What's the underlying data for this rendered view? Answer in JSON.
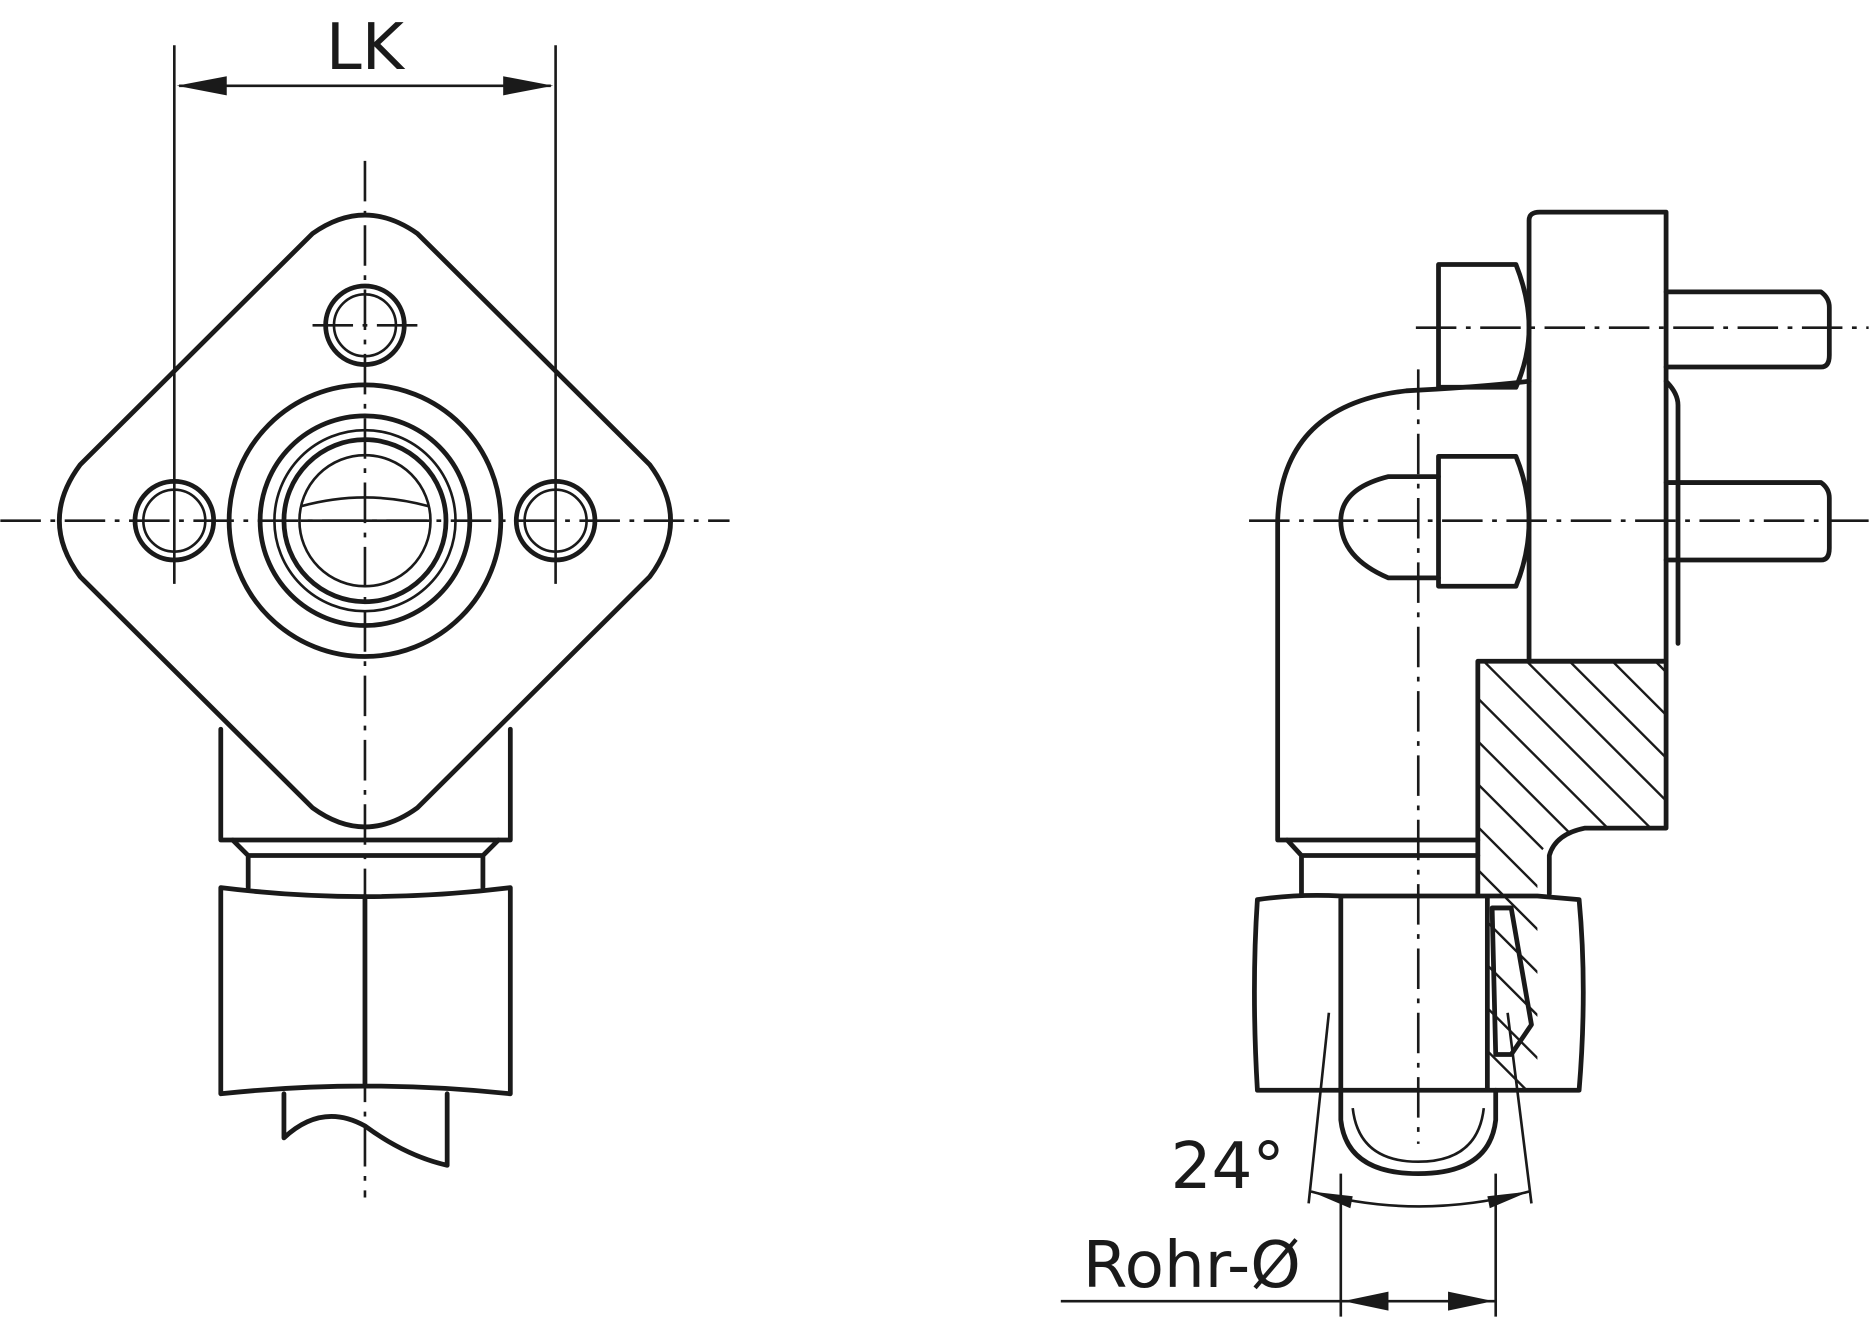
{
  "drawing": {
    "front_view": {
      "dimension_label": "LK"
    },
    "side_view": {
      "angle_label": "24°",
      "pipe_label": "Rohr-Ø"
    },
    "colors": {
      "line": "#1a1a1a",
      "background": "#ffffff"
    }
  }
}
